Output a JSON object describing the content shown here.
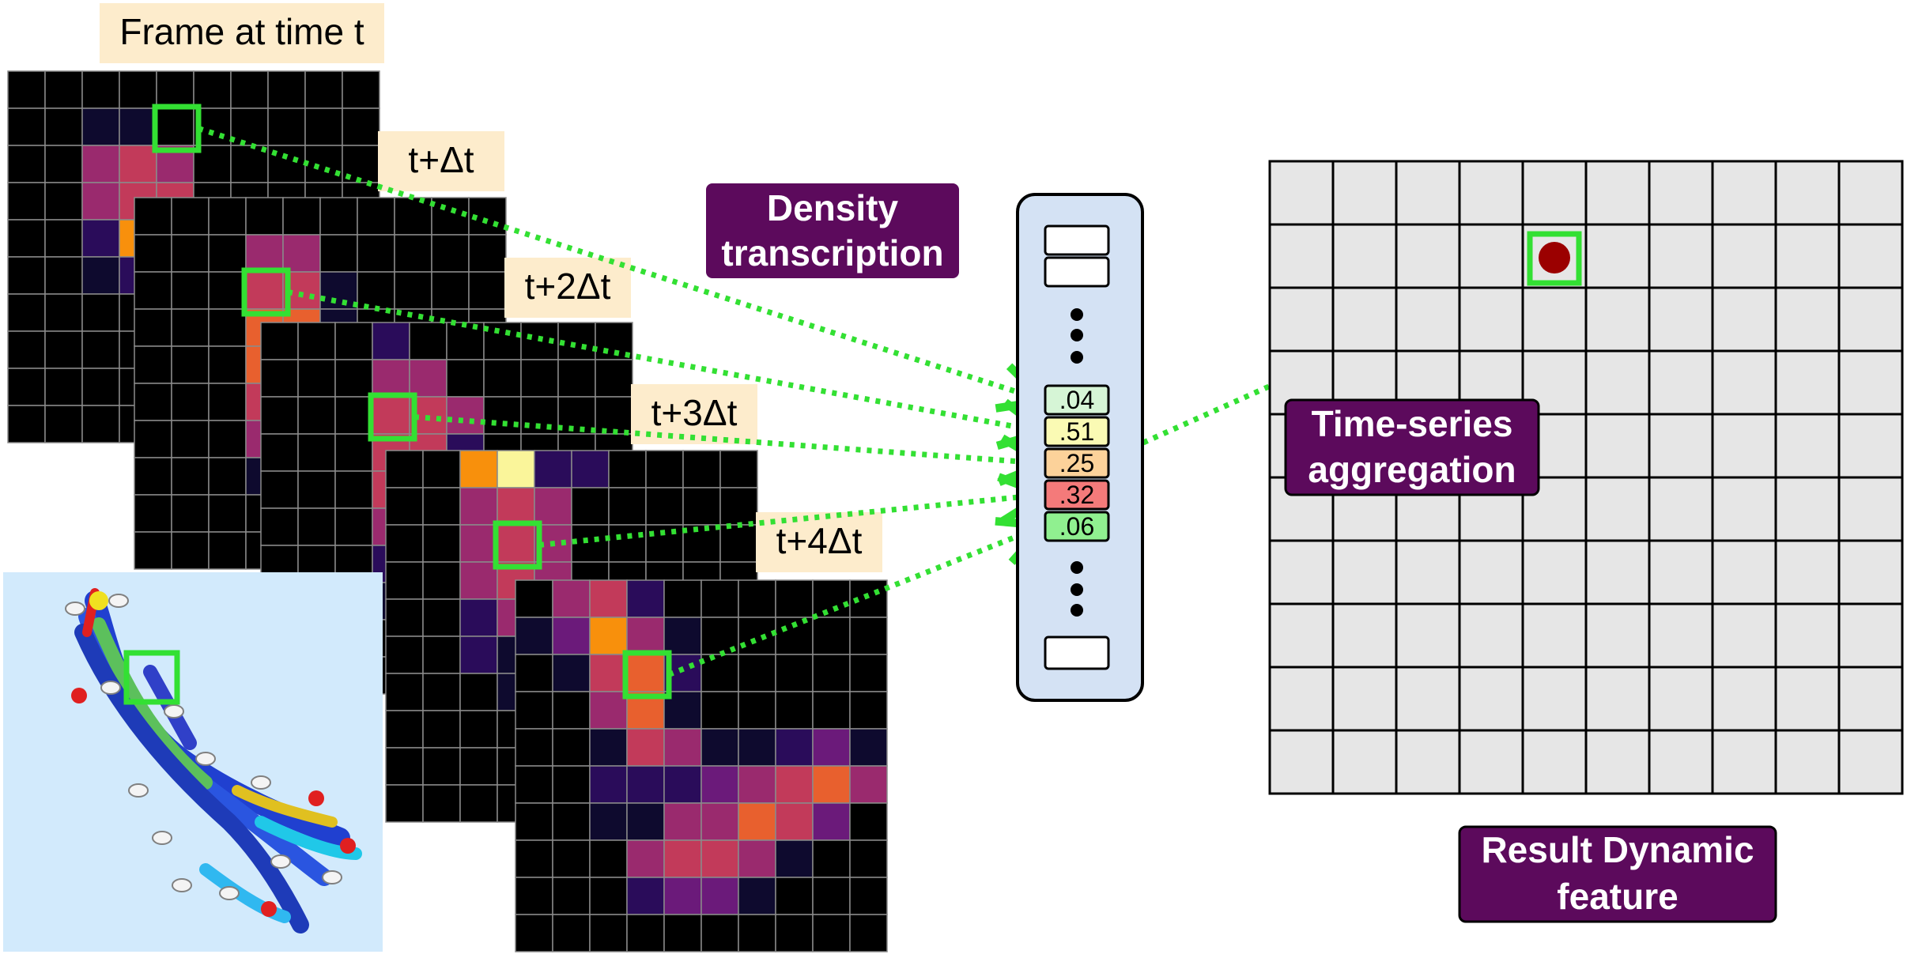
{
  "frames": [
    {
      "label": "Frame at time t",
      "palette": "frame0"
    },
    {
      "label": "t+Δt",
      "palette": "frame1"
    },
    {
      "label": "t+2Δt",
      "palette": "frame2"
    },
    {
      "label": "t+3Δt",
      "palette": "frame3"
    },
    {
      "label": "t+4Δt",
      "palette": "frame4"
    }
  ],
  "steps": {
    "density": {
      "line1": "Density",
      "line2": "transcription"
    },
    "aggregation": {
      "line1": "Time-series",
      "line2": "aggregation"
    },
    "result": {
      "line1": "Result Dynamic",
      "line2": "feature"
    }
  },
  "vector": {
    "values": [
      ".04",
      ".51",
      ".25",
      ".32",
      ".06"
    ],
    "colors": [
      "#d6f5d6",
      "#fafab4",
      "#fcd29a",
      "#f47a7a",
      "#90f090"
    ]
  },
  "colors": {
    "accent_green": "#33e033",
    "label_purple": "#5c0a5c",
    "label_bg": "#fdeccc",
    "vector_panel": "#d4e2f4",
    "result_grid": "#e6e6e6",
    "result_dot": "#9b0000",
    "molecule_bg": "#d2eafc"
  },
  "molecule_icon": "ligand-3d-icon"
}
